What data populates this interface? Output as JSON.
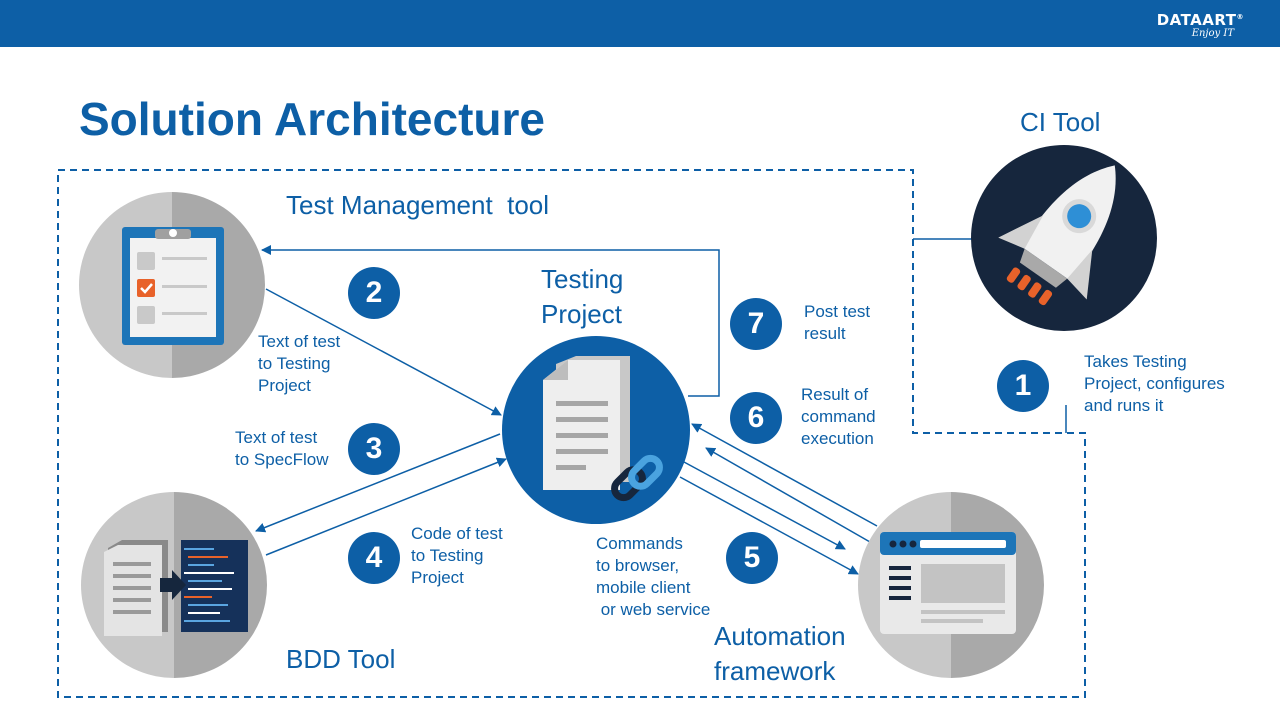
{
  "header": {
    "logo_text": "DATAART",
    "logo_tagline": "Enjoy IT",
    "logo_mark": "®"
  },
  "title": "Solution Architecture",
  "nodes": {
    "ci_tool": "CI Tool",
    "test_management": "Test Management  tool",
    "testing_project": "Testing\nProject",
    "bdd_tool": "BDD Tool",
    "automation_framework": "Automation\nframework"
  },
  "steps": [
    {
      "number": "1",
      "text": "Takes Testing\nProject, configures\nand runs it"
    },
    {
      "number": "2",
      "text": "Text of test\nto Testing\nProject"
    },
    {
      "number": "3",
      "text": "Text of test\nto SpecFlow"
    },
    {
      "number": "4",
      "text": "Code of test\nto Testing\nProject"
    },
    {
      "number": "5",
      "text": "Commands\nto browser,\nmobile client\n or web service"
    },
    {
      "number": "6",
      "text": "Result of\ncommand\nexecution"
    },
    {
      "number": "7",
      "text": "Post test\nresult"
    }
  ],
  "colors": {
    "brand_blue": "#0d5fa6",
    "dark_navy": "#16263d",
    "accent_orange": "#e8622a",
    "circle_gray": "#c6c6c6"
  },
  "icons": [
    "clipboard-checklist-icon",
    "document-link-icon",
    "code-conversion-icon",
    "browser-window-icon",
    "rocket-icon"
  ]
}
